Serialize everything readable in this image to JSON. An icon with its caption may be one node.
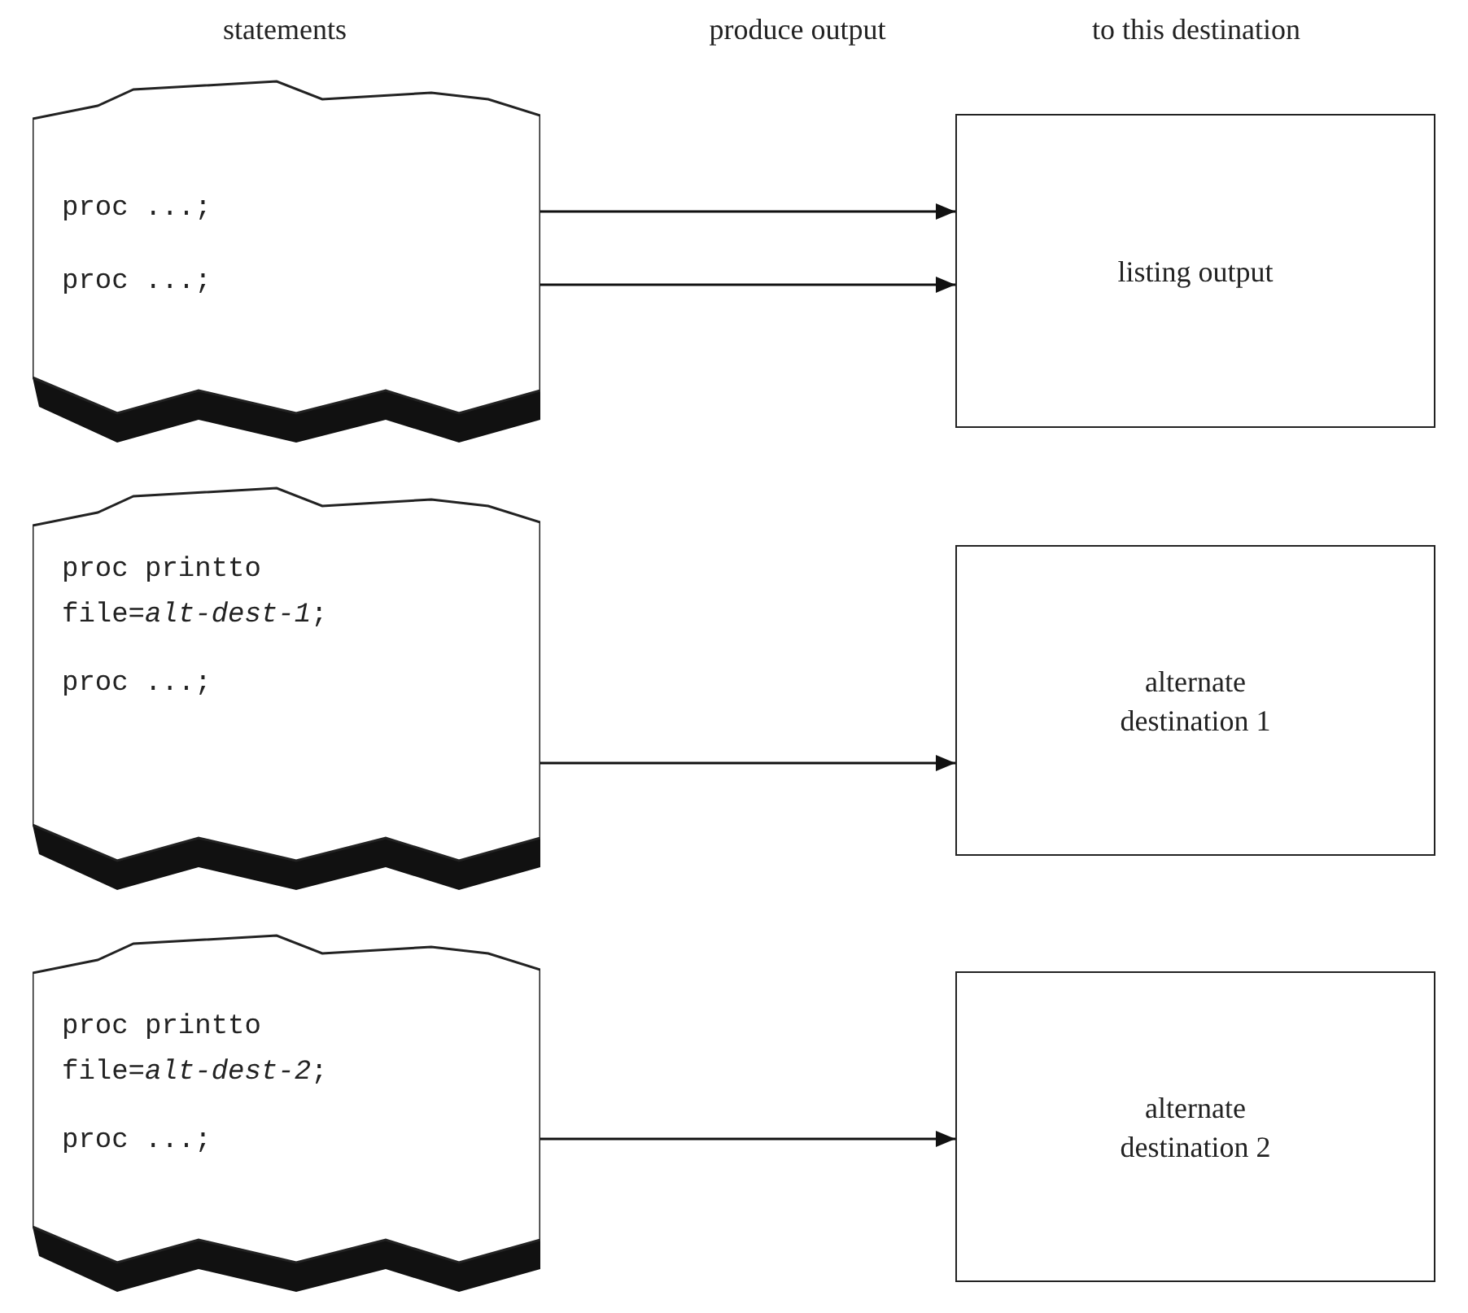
{
  "diagram": {
    "nodes": [
      {
        "text": [
          "proc ...;",
          "proc ...;"
        ]
      },
      {
        "text": [
          "listing output"
        ]
      },
      {
        "text": [
          "proc printto file=*alt-dest-1*;",
          "proc ...;"
        ]
      },
      {
        "text": [
          "alternate destination 1"
        ]
      },
      {
        "text": [
          "proc printto file=*alt-dest-2*;",
          "proc ...;"
        ]
      },
      {
        "text": [
          "alternate destination 2"
        ]
      }
    ],
    "edges": [
      {
        "from": 0,
        "to": 1,
        "arrow": "to"
      },
      {
        "from": 0,
        "to": 1,
        "arrow": "to"
      },
      {
        "from": 2,
        "to": 3,
        "arrow": "to"
      },
      {
        "from": 4,
        "to": 5,
        "arrow": "to"
      }
    ],
    "labels": [
      "statements",
      "produce output",
      "to this destination"
    ]
  }
}
